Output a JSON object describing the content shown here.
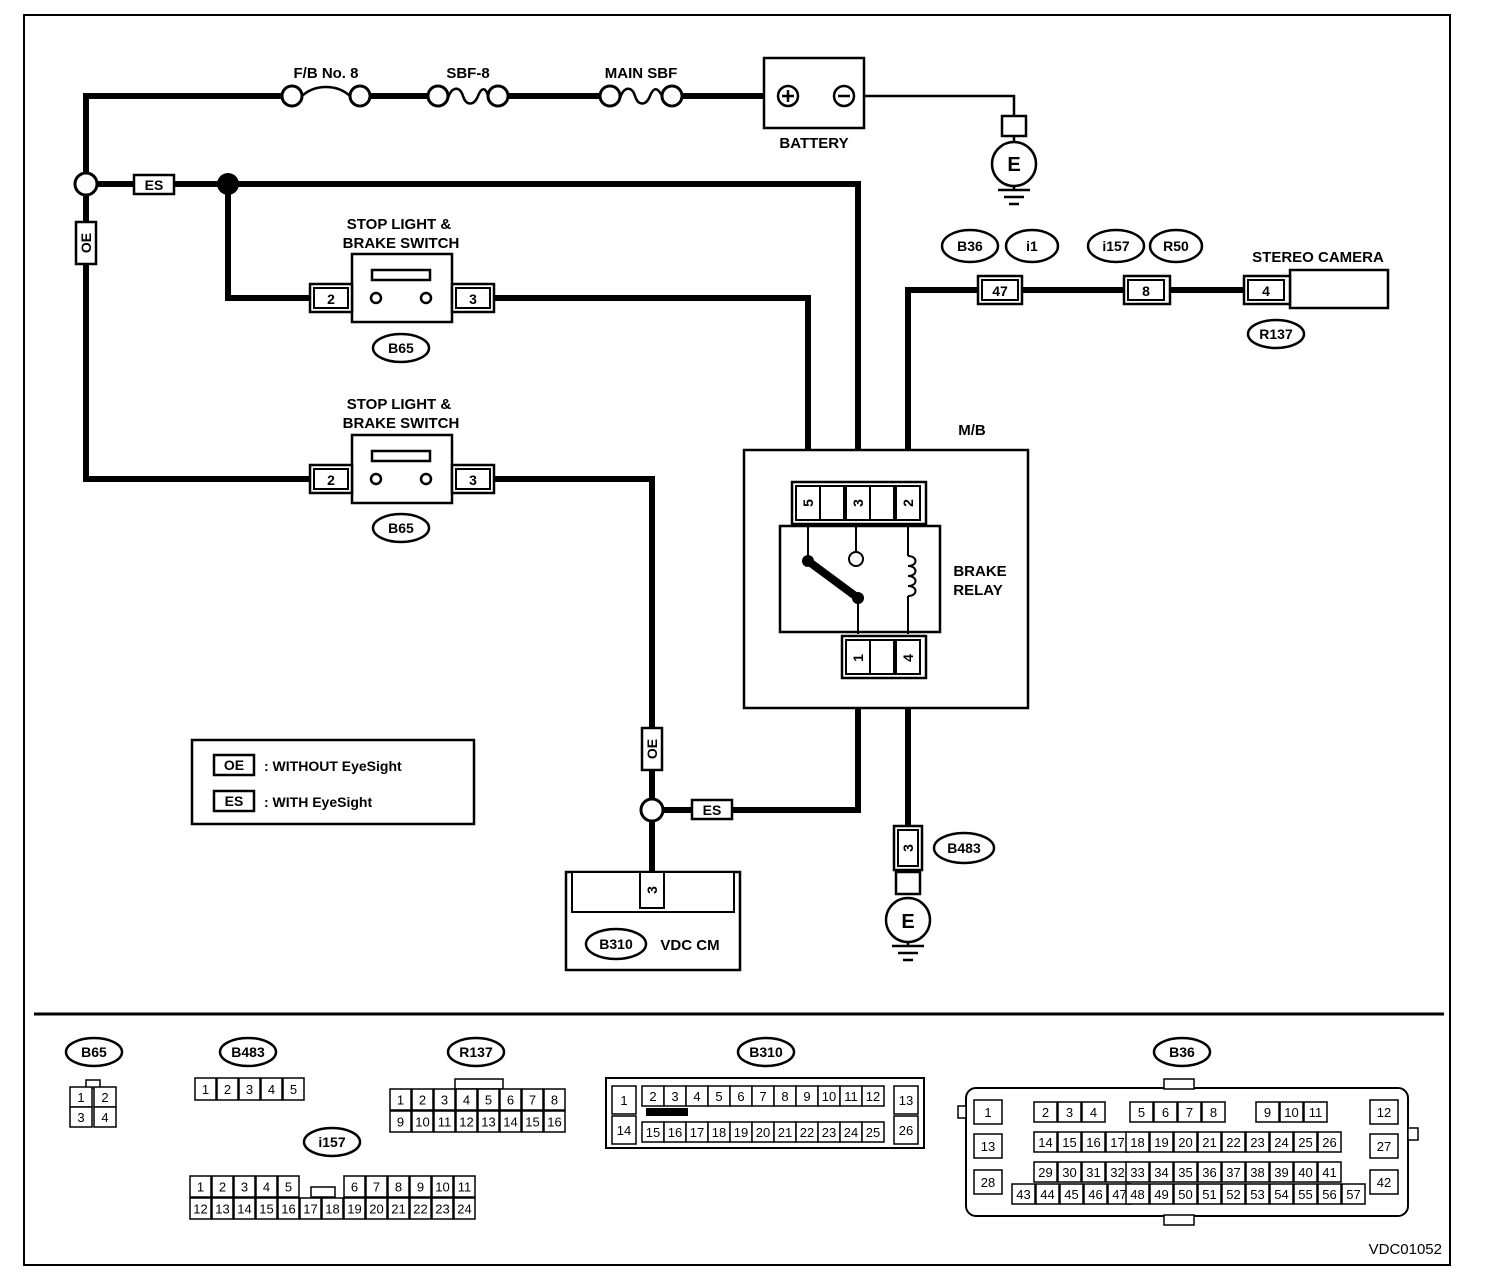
{
  "labels": {
    "fb8": "F/B No. 8",
    "sbf8": "SBF-8",
    "mainsbf": "MAIN SBF",
    "battery": "BATTERY",
    "ground": "E",
    "sw1_line1": "STOP LIGHT &",
    "sw1_line2": "BRAKE SWITCH",
    "sw2_line1": "STOP LIGHT &",
    "sw2_line2": "BRAKE SWITCH",
    "mb": "M/B",
    "relay_line1": "BRAKE",
    "relay_line2": "RELAY",
    "camera": "STEREO CAMERA",
    "vdc": "VDC CM",
    "diagram_id": "VDC01052"
  },
  "tags": {
    "oe": "OE",
    "es": "ES"
  },
  "legend": [
    {
      "tag": "OE",
      "text": ": WITHOUT EyeSight"
    },
    {
      "tag": "ES",
      "text": ": WITH EyeSight"
    }
  ],
  "connectors": {
    "b65": "B65",
    "b36": "B36",
    "i1": "i1",
    "i157": "i157",
    "r50": "R50",
    "r137": "R137",
    "b483": "B483",
    "b310": "B310"
  },
  "pins": {
    "sw_in": "2",
    "sw_out": "3",
    "b36_pin": "47",
    "i157_pin": "8",
    "cam_pin": "4",
    "relay_5": "5",
    "relay_3": "3",
    "relay_2": "2",
    "relay_1": "1",
    "relay_4": "4",
    "b483_pin": "3",
    "vdc_pin": "3"
  },
  "connector_faces": {
    "b65": {
      "title": "B65",
      "rows": [
        [
          "1",
          "2"
        ],
        [
          "3",
          "4"
        ]
      ]
    },
    "b483": {
      "title": "B483",
      "rows": [
        [
          "1",
          "2",
          "3",
          "4",
          "5"
        ]
      ]
    },
    "r137": {
      "title": "R137",
      "rows": [
        [
          "1",
          "2",
          "3",
          "4",
          "5",
          "6",
          "7",
          "8"
        ],
        [
          "9",
          "10",
          "11",
          "12",
          "13",
          "14",
          "15",
          "16"
        ]
      ]
    },
    "i157": {
      "title": "i157",
      "rows": [
        [
          "1",
          "2",
          "3",
          "4",
          "5",
          "6",
          "7",
          "8",
          "9",
          "10",
          "11"
        ],
        [
          "12",
          "13",
          "14",
          "15",
          "16",
          "17",
          "18",
          "19",
          "20",
          "21",
          "22",
          "23",
          "24"
        ]
      ]
    },
    "b310": {
      "title": "B310",
      "left": [
        "1",
        "14"
      ],
      "right": [
        "13",
        "26"
      ],
      "rows": [
        [
          "2",
          "3",
          "4",
          "5",
          "6",
          "7",
          "8",
          "9",
          "10",
          "11",
          "12"
        ],
        [
          "15",
          "16",
          "17",
          "18",
          "19",
          "20",
          "21",
          "22",
          "23",
          "24",
          "25"
        ]
      ]
    },
    "b36": {
      "title": "B36",
      "left": [
        "1",
        "13",
        "28"
      ],
      "right": [
        "12",
        "27",
        "42"
      ],
      "row1": [
        [
          "2",
          "3",
          "4"
        ],
        [
          "5",
          "6",
          "7",
          "8"
        ],
        [
          "9",
          "10",
          "11"
        ]
      ],
      "row2": [
        [
          "14",
          "15",
          "16",
          "17"
        ],
        [
          "18",
          "19",
          "20",
          "21",
          "22"
        ],
        [
          "23",
          "24",
          "25",
          "26"
        ]
      ],
      "row3": [
        [
          "29",
          "30",
          "31",
          "32"
        ],
        [
          "33",
          "34",
          "35",
          "36",
          "37"
        ],
        [
          "38",
          "39",
          "40",
          "41"
        ]
      ],
      "row4": [
        [
          "43",
          "44",
          "45",
          "46",
          "47"
        ],
        [
          "48",
          "49",
          "50",
          "51",
          "52"
        ],
        [
          "53",
          "54",
          "55",
          "56",
          "57"
        ]
      ]
    }
  }
}
